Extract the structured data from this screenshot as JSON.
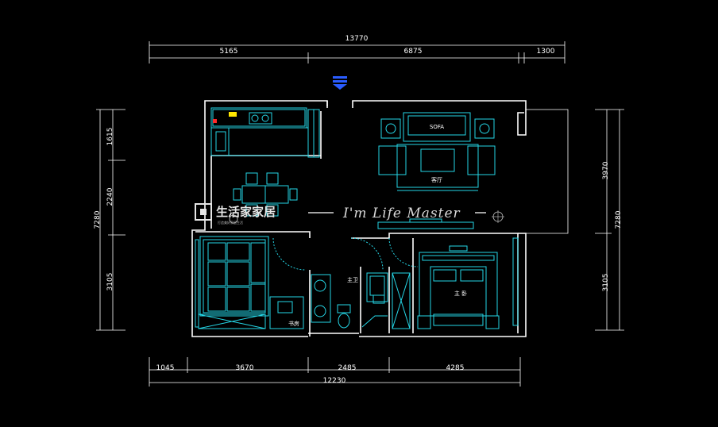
{
  "dimensions": {
    "top_total": "13770",
    "top_segments": [
      "5165",
      "6875",
      "1300"
    ],
    "bottom_total": "12230",
    "bottom_segments": [
      "1045",
      "3670",
      "2485",
      "4285"
    ],
    "left_total": "7280",
    "left_segments": [
      "1615",
      "2240",
      "3105"
    ],
    "right_total": "7280",
    "right_segments": [
      "3970",
      "3105"
    ]
  },
  "rooms": {
    "living_room": "客厅",
    "master_bedroom": "主 卧",
    "main_bathroom": "主卫",
    "study": "书房"
  },
  "watermark": {
    "brand_cn": "生活家家居",
    "slogan": "I'm Life Master",
    "sub": "打造美好家居生活"
  },
  "colors": {
    "background": "#000000",
    "wall": "#ffffff",
    "furniture": "#25d6e6",
    "accent_blue": "#2a5cff",
    "accent_yellow": "#ffe600",
    "accent_red": "#ff2a2a"
  },
  "icons": [
    "entrance-arrow-icon",
    "plant-icon"
  ]
}
